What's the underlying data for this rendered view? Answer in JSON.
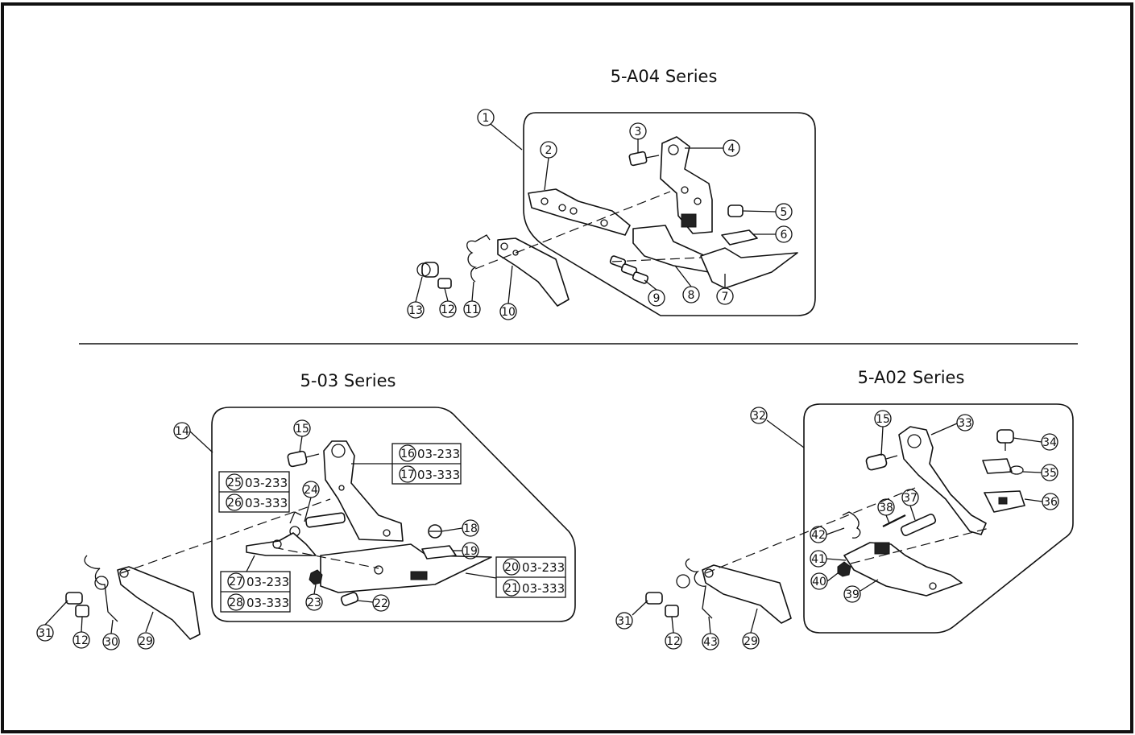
{
  "sections": {
    "a04": {
      "title": "5-A04 Series",
      "callouts": {
        "c1": "1",
        "c2": "2",
        "c3": "3",
        "c4": "4",
        "c5": "5",
        "c6": "6",
        "c7": "7",
        "c8": "8",
        "c9": "9",
        "c10": "10",
        "c11": "11",
        "c12": "12",
        "c13": "13"
      }
    },
    "s03": {
      "title": "5-03 Series",
      "callouts": {
        "c14": "14",
        "c15": "15",
        "c16": "16",
        "c17": "17",
        "c18": "18",
        "c19": "19",
        "c20": "20",
        "c21": "21",
        "c22": "22",
        "c23": "23",
        "c24": "24",
        "c25": "25",
        "c26": "26",
        "c27": "27",
        "c28": "28",
        "c29": "29",
        "c30": "30",
        "c31": "31",
        "c12": "12"
      },
      "codes": {
        "c16": "03-233",
        "c17": "03-333",
        "c20": "03-233",
        "c21": "03-333",
        "c25": "03-233",
        "c26": "03-333",
        "c27": "03-233",
        "c28": "03-333"
      }
    },
    "a02": {
      "title": "5-A02 Series",
      "callouts": {
        "c32": "32",
        "c15": "15",
        "c33": "33",
        "c34": "34",
        "c35": "35",
        "c36": "36",
        "c37": "37",
        "c38": "38",
        "c39": "39",
        "c40": "40",
        "c41": "41",
        "c42": "42",
        "c31": "31",
        "c12": "12",
        "c43": "43",
        "c29": "29"
      }
    }
  }
}
